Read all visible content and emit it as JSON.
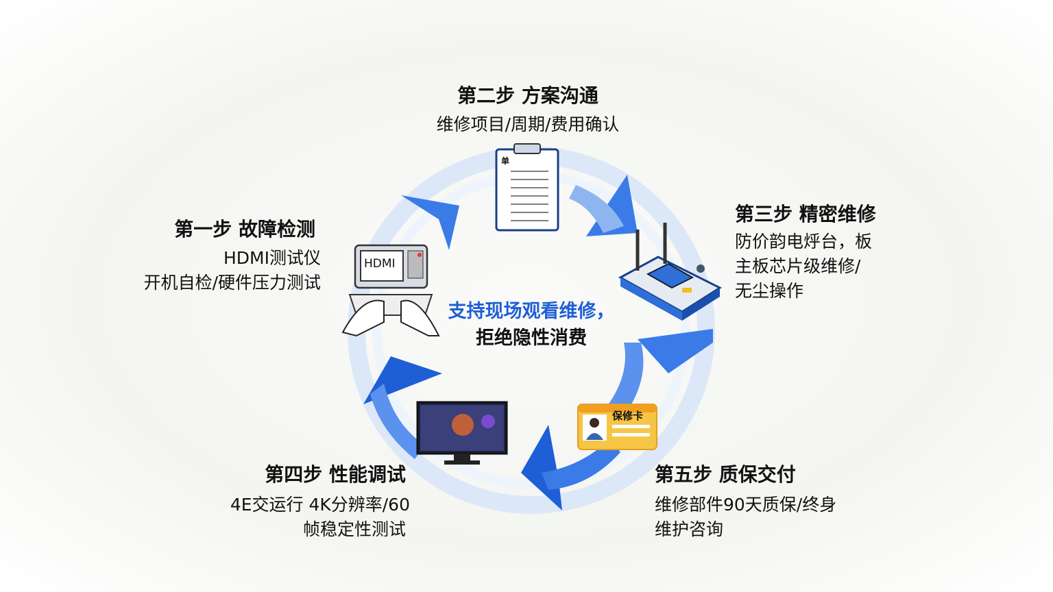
{
  "center": {
    "line1": "支持现场观看维修，",
    "line2": "拒绝隐性消费"
  },
  "steps": [
    {
      "title": "第一步 故障检测",
      "lines": [
        "HDMI测试仪",
        "开机自检/硬件压力测试"
      ]
    },
    {
      "title": "第二步 方案沟通",
      "lines": [
        "维修项目/周期/费用确认"
      ]
    },
    {
      "title": "第三步 精密维修",
      "lines": [
        "防价韵电烀台，板",
        "主板芯片级维修/",
        "无尘操作"
      ]
    },
    {
      "title": "第四步 性能调试",
      "lines": [
        "4E交运行 4K分辨率/60",
        "帧稳定性测试"
      ]
    },
    {
      "title": "第五步 质保交付",
      "lines": [
        "维修部件90天质保/终身",
        "维护咨询"
      ]
    }
  ],
  "icons": {
    "monitor_label": "HDMI",
    "clipboard_label": "单",
    "card_label": "保修卡"
  },
  "colors": {
    "accent": "#1f5fd6",
    "ring": "#dce8f8",
    "arrow": "#3a7be8"
  }
}
